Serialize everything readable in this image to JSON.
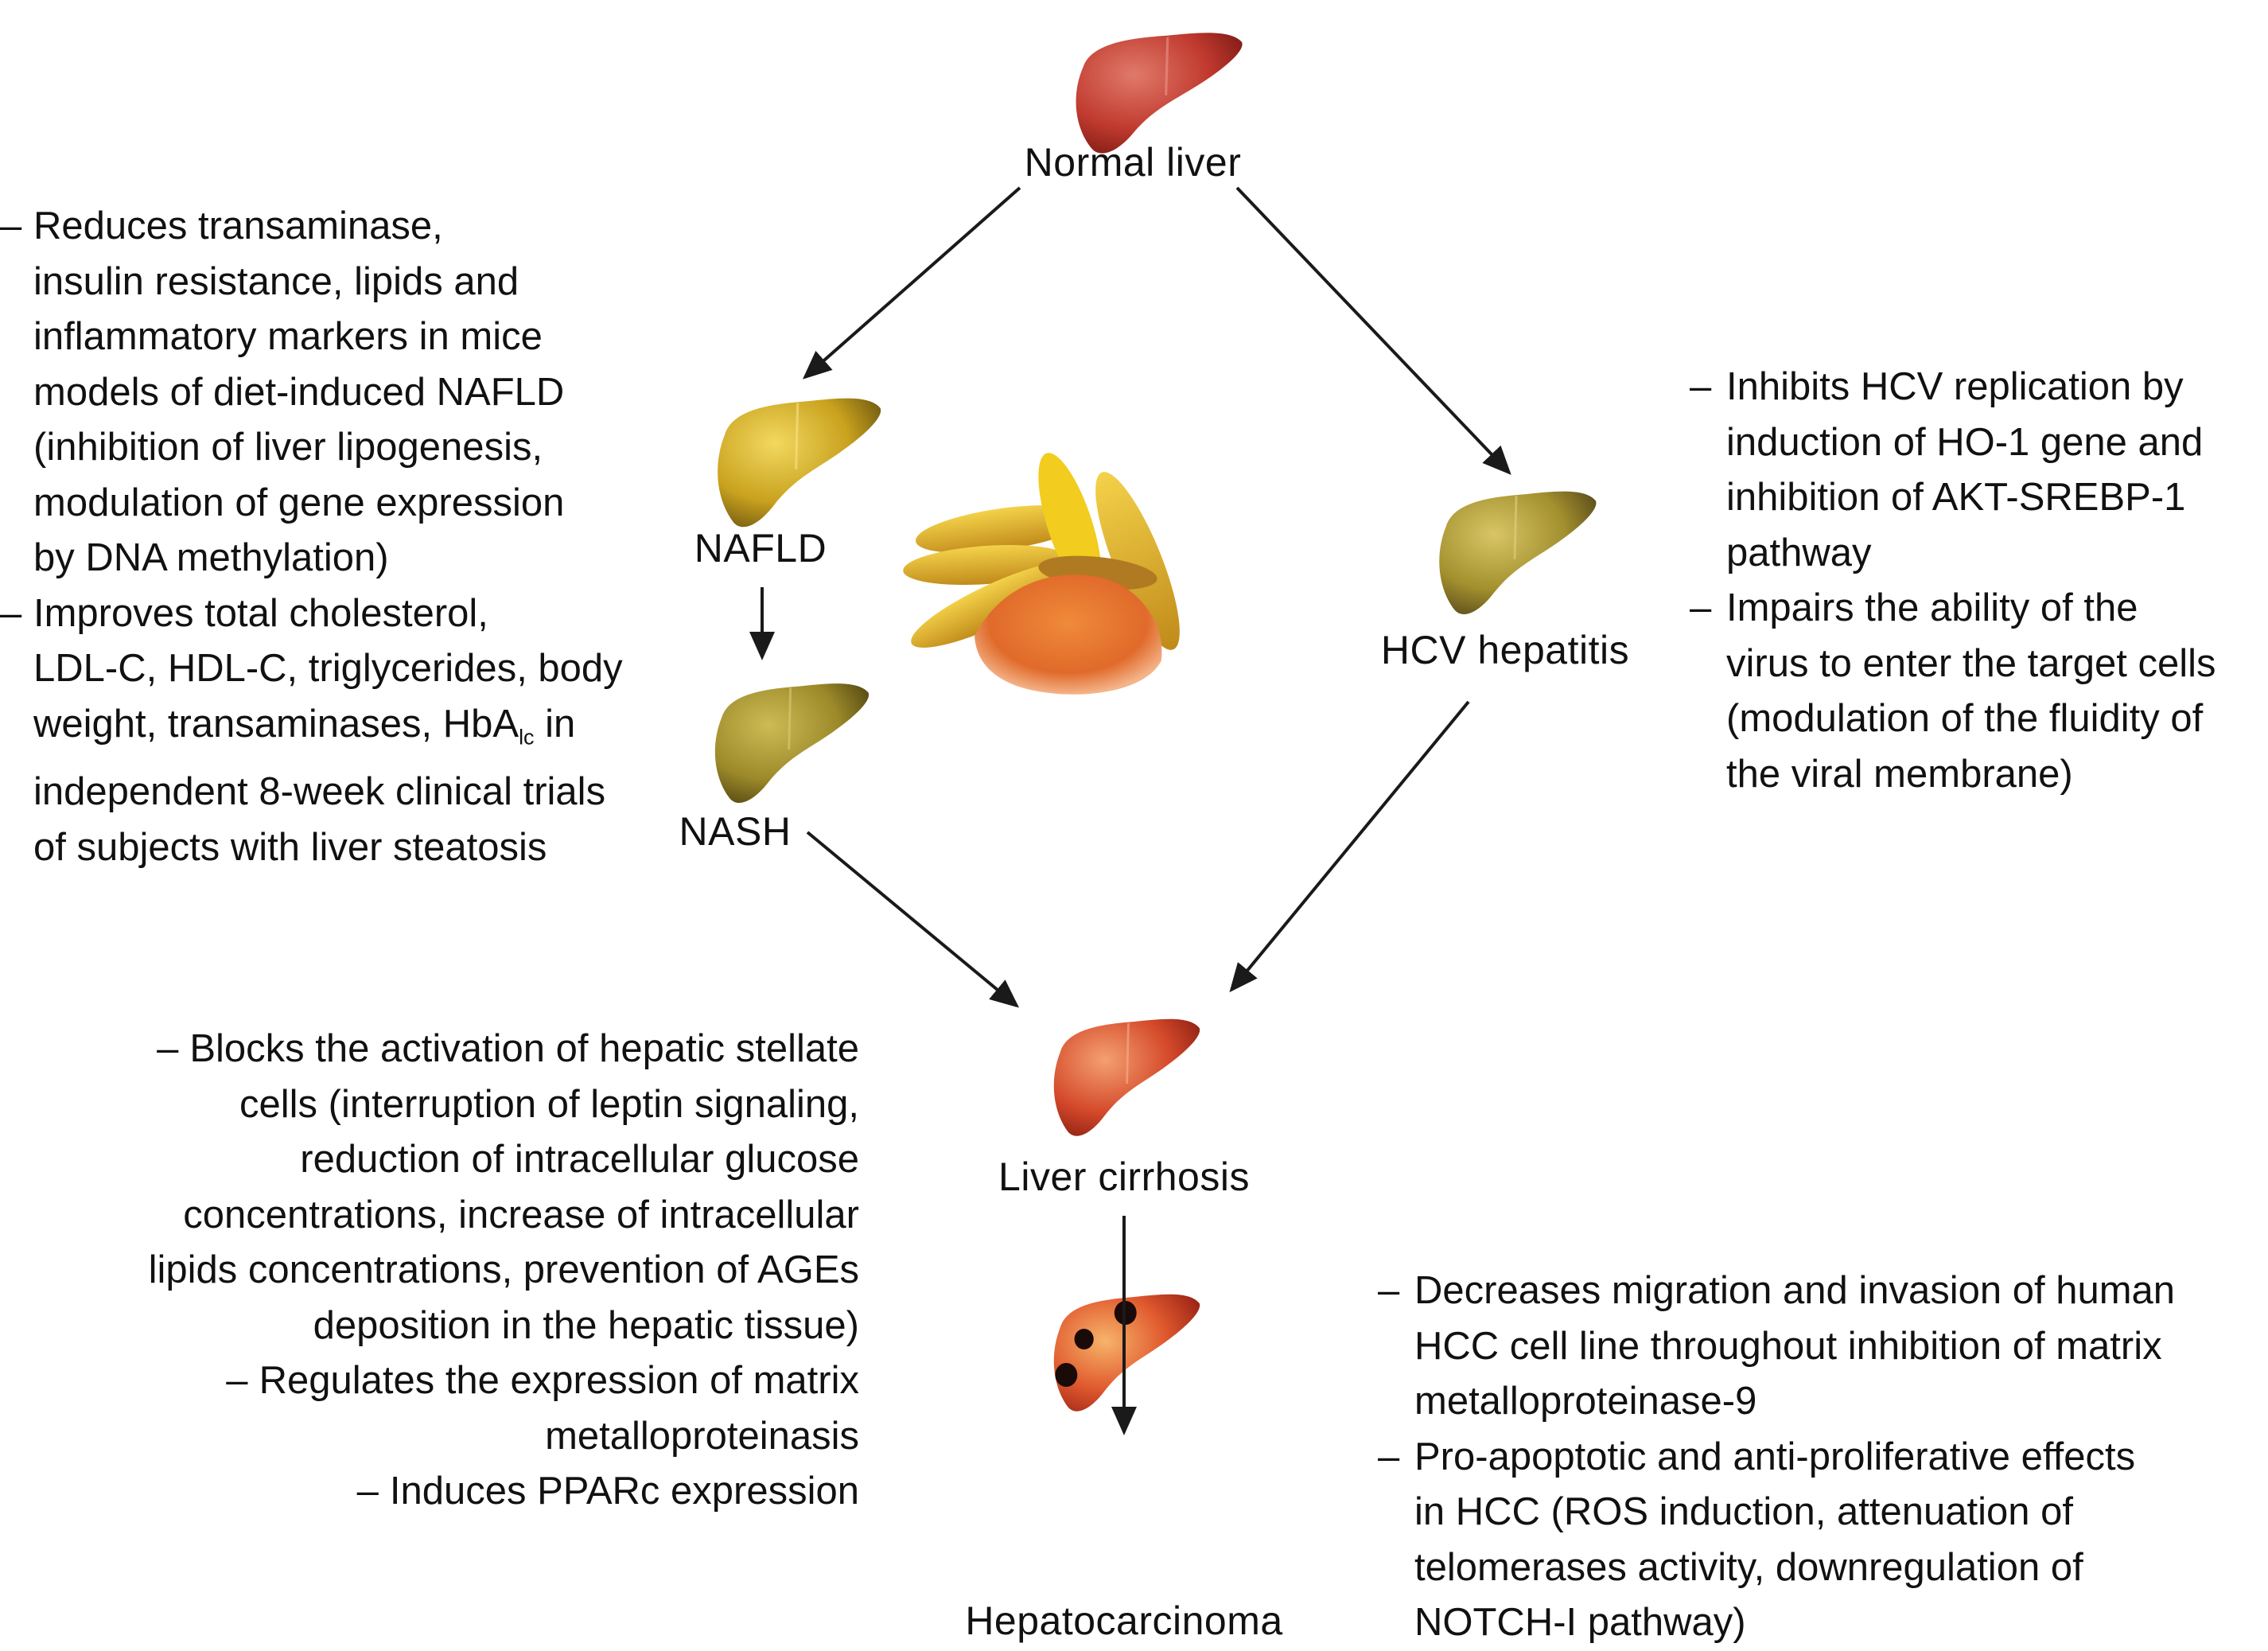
{
  "nodes": {
    "normal_liver": "Normal liver",
    "nafld": "NAFLD",
    "nash": "NASH",
    "hcv_hepatitis": "HCV hepatitis",
    "liver_cirrhosis": "Liver cirrhosis",
    "hepatocarcinoma": "Hepatocarcinoma"
  },
  "icons": {
    "normal_liver": "liver-icon-red",
    "nafld": "liver-icon-yellow",
    "nash": "liver-icon-olive",
    "hcv": "liver-icon-olive",
    "cirrhosis": "liver-icon-orange-red",
    "hcc": "liver-icon-with-tumors",
    "center": "turmeric-roots-and-powder-image"
  },
  "colors": {
    "normal_liver": "#b8322a",
    "nafld": "#c9a21e",
    "nash": "#9c8a2a",
    "hcv": "#a28f2e",
    "cirrhosis": "#d4492a",
    "hcc": "#d64a2c",
    "turmeric_root": "#e0b52a",
    "turmeric_powder": "#e06a2a",
    "arrow": "#1a1a1a"
  },
  "effects": {
    "nafld_nash": {
      "bullet": "–",
      "items": [
        {
          "lines": [
            "Reduces transaminase,",
            "insulin resistance, lipids and",
            "inflammatory markers in mice",
            "models of diet-induced NAFLD",
            "(inhibition of liver lipogenesis,",
            "modulation of gene expression",
            "by DNA methylation)"
          ]
        },
        {
          "lines": [
            "Improves total cholesterol,",
            "LDL-C, HDL-C, triglycerides, body"
          ],
          "line_sub": {
            "before": "weight, transaminases, HbA",
            "sub": "lc",
            "after": " in"
          },
          "lines_after": [
            "independent 8-week clinical trials",
            "of subjects with liver steatosis"
          ]
        }
      ]
    },
    "hcv": {
      "bullet": "–",
      "items": [
        {
          "lines": [
            "Inhibits HCV replication by",
            "induction of HO-1 gene and",
            "inhibition of AKT-SREBP-1",
            "pathway"
          ]
        },
        {
          "lines": [
            "Impairs the ability of the",
            "virus to enter the target cells",
            "(modulation of the fluidity of",
            "the viral membrane)"
          ]
        }
      ]
    },
    "cirrhosis": {
      "bullet": "–",
      "items": [
        {
          "lines": [
            "Blocks the activation of hepatic stellate",
            "cells (interruption of leptin signaling,",
            "reduction of intracellular glucose",
            "concentrations, increase of intracellular",
            "lipids concentrations, prevention of AGEs",
            "deposition in the hepatic tissue)"
          ]
        },
        {
          "lines": [
            "Regulates the expression of matrix",
            "metalloproteinasis"
          ]
        },
        {
          "lines": [
            "Induces PPARc expression"
          ]
        }
      ]
    },
    "hcc": {
      "bullet": "–",
      "items": [
        {
          "lines": [
            "Decreases migration and invasion of human",
            "HCC cell line throughout inhibition of matrix",
            "metalloproteinase-9"
          ]
        },
        {
          "lines": [
            "Pro-apoptotic and anti-proliferative effects",
            "in HCC (ROS induction, attenuation of",
            "telomerases activity, downregulation of",
            "NOTCH-I pathway)"
          ]
        }
      ]
    }
  },
  "edges": [
    {
      "from": "Normal liver",
      "to": "NAFLD"
    },
    {
      "from": "Normal liver",
      "to": "HCV hepatitis"
    },
    {
      "from": "NAFLD",
      "to": "NASH"
    },
    {
      "from": "NASH",
      "to": "Liver cirrhosis"
    },
    {
      "from": "HCV hepatitis",
      "to": "Liver cirrhosis"
    },
    {
      "from": "Liver cirrhosis",
      "to": "Hepatocarcinoma"
    }
  ]
}
